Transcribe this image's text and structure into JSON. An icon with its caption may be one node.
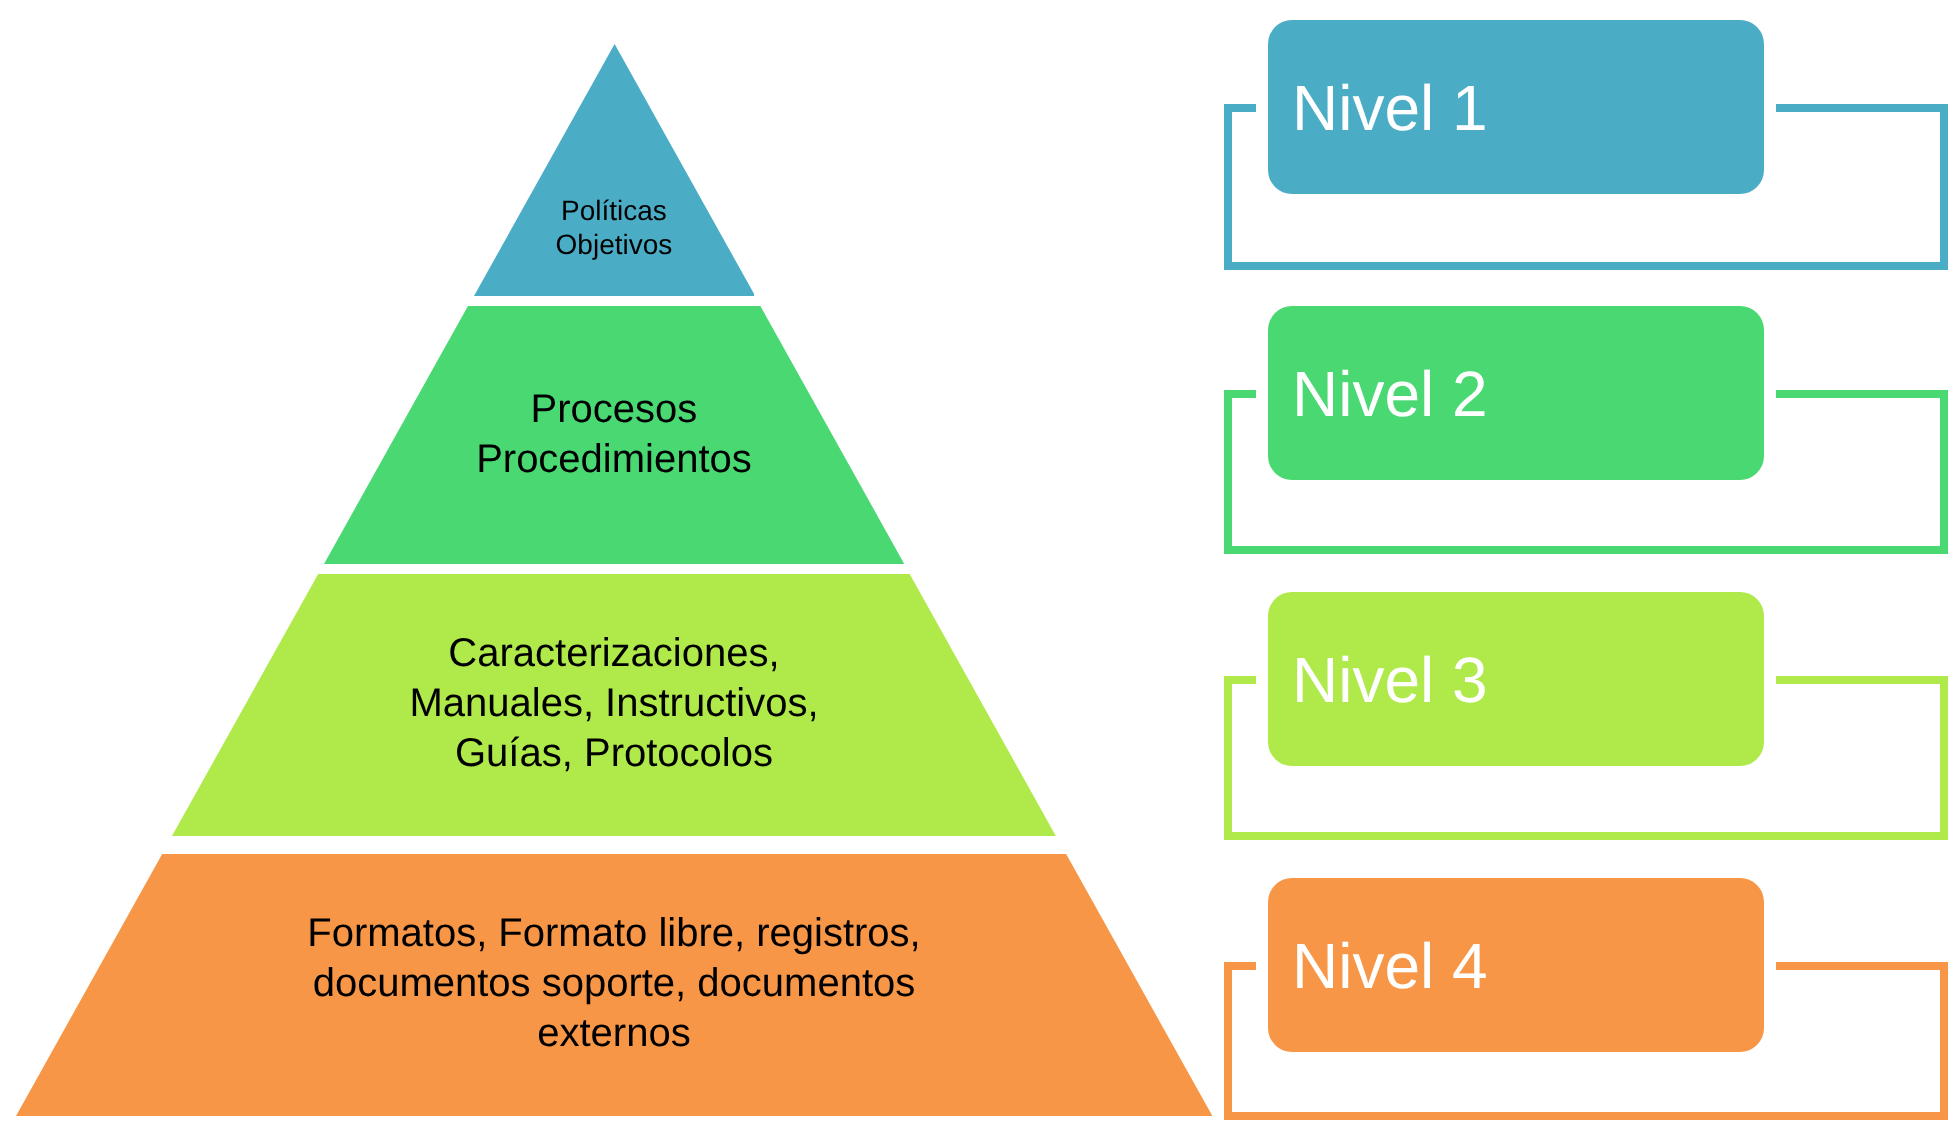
{
  "diagram": {
    "nodes": [
      {
        "text": [
          "Políticas Objetivos"
        ]
      },
      {
        "text": [
          "Procesos Procedimientos"
        ]
      },
      {
        "text": [
          "Caracterizaciones, Manuales, Instructivos, Guías, Protocolos"
        ]
      },
      {
        "text": [
          "Formatos, Formato libre, registros, documentos soporte, documentos externos"
        ]
      },
      {
        "text": [
          "Nivel 1"
        ]
      },
      {
        "text": [
          "Nivel 2"
        ]
      },
      {
        "text": [
          "Nivel 3"
        ]
      },
      {
        "text": [
          "Nivel 4"
        ]
      }
    ]
  }
}
